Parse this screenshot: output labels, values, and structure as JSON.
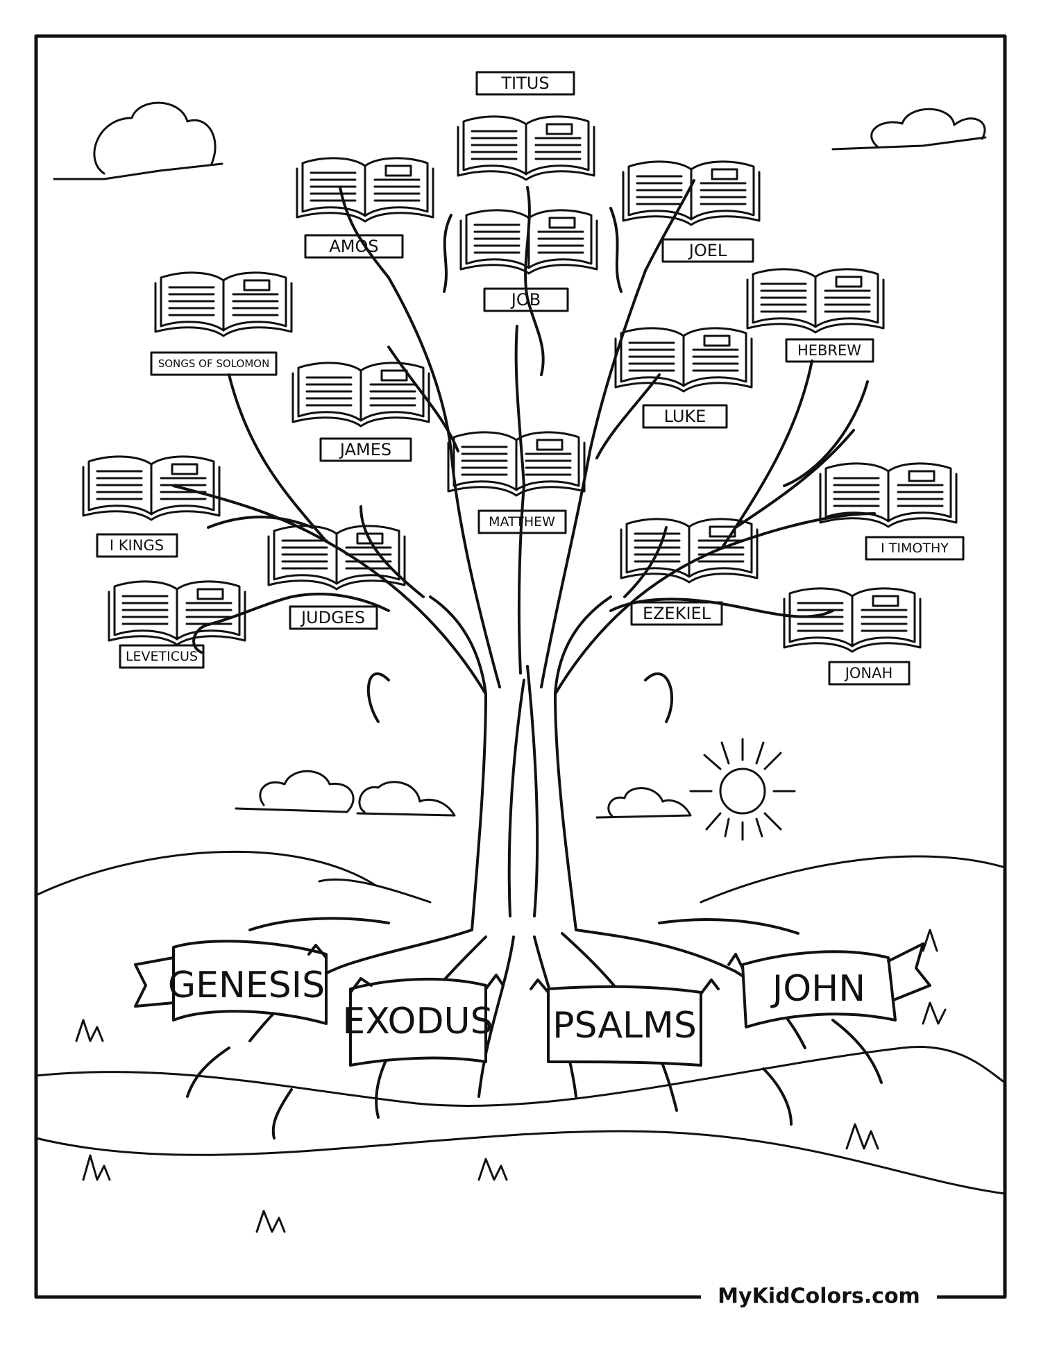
{
  "books": {
    "titus": "TITUS",
    "amos": "AMOS",
    "joel": "JOEL",
    "job": "JOB",
    "hebrew": "HEBREW",
    "songs_of_solomon": "SONGS OF SOLOMON",
    "james": "JAMES",
    "luke": "LUKE",
    "matthew": "MATTHEW",
    "i_kings": "I KINGS",
    "i_timothy": "I TIMOTHY",
    "judges": "JUDGES",
    "ezekiel": "EZEKIEL",
    "leviticus": "LEVETICUS",
    "jonah": "JONAH"
  },
  "roots": {
    "genesis": "GENESIS",
    "exodus": "EXODUS",
    "psalms": "PSALMS",
    "john": "JOHN"
  },
  "footer": {
    "brand": "MyKidColors.com"
  }
}
